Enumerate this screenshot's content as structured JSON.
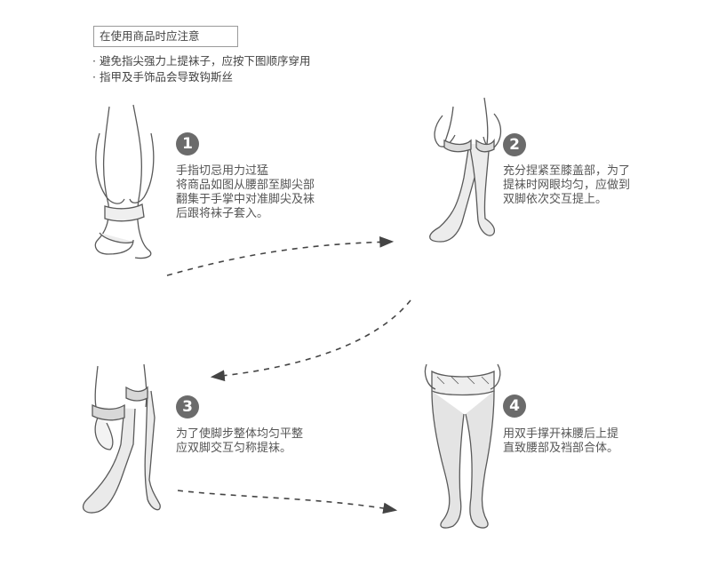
{
  "header": {
    "title": "在使用商品时应注意",
    "notes": [
      "· 避免指尖强力上提袜子，应按下图顺序穿用",
      "· 指甲及手饰品会导致钩斯丝"
    ]
  },
  "steps": [
    {
      "number": "1",
      "lines": [
        "手指切忌用力过猛",
        "将商品如图从腰部至脚尖部",
        "翻集于手掌中对准脚尖及袜",
        "后跟将袜子套入。"
      ]
    },
    {
      "number": "2",
      "lines": [
        "充分捏紧至膝盖部，为了",
        "提袜时网眼均匀，应做到",
        "双脚依次交互提上。"
      ]
    },
    {
      "number": "3",
      "lines": [
        "为了使脚步整体均匀平整",
        "应双脚交互匀称提袜。"
      ]
    },
    {
      "number": "4",
      "lines": [
        "用双手撑开袜腰后上提",
        "直致腰部及裆部合体。"
      ]
    }
  ],
  "colors": {
    "line": "#5a5a5a",
    "stocking": "#e9e9e9",
    "badge": "#6b6b6b",
    "text": "#555555"
  }
}
